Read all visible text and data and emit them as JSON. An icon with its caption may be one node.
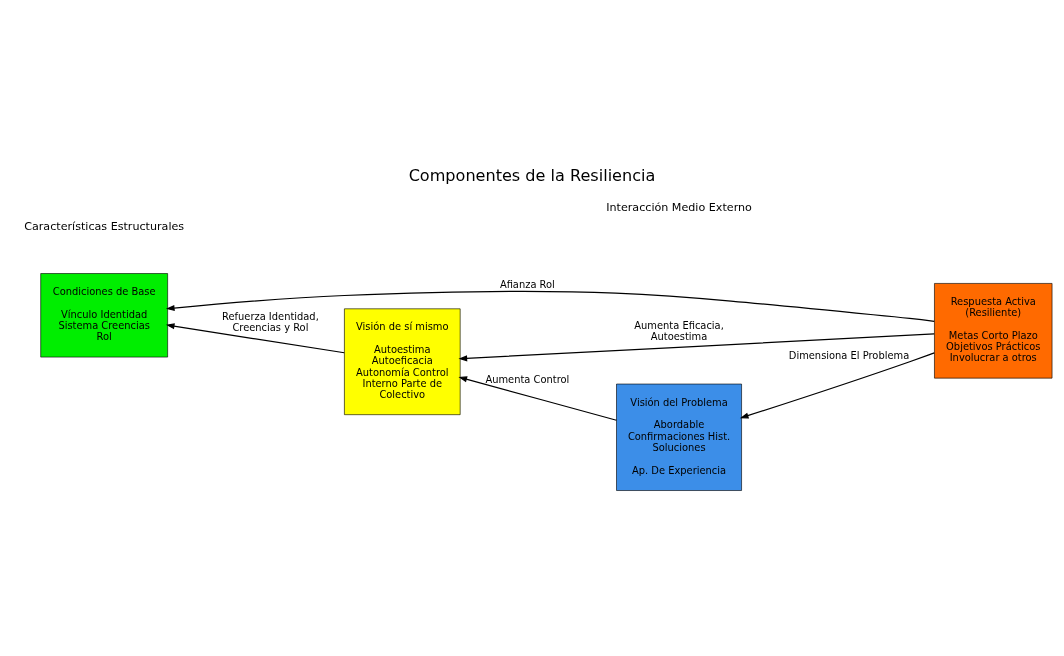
{
  "diagram": {
    "title": "Componentes de la Resiliencia",
    "nodes": [
      {
        "text": [
          "Condiciones de Base",
          "Vínculo Identidad Sistema Creencias Rol"
        ]
      },
      {
        "text": [
          "Visión de sí mismo",
          "Autoestima Autoeficacia Autonomía Control Interno Parte de Colectivo"
        ]
      },
      {
        "text": [
          "Visión del Problema",
          "Abordable Confirmaciones Hist. Soluciones",
          "Ap. De Experiencia"
        ]
      },
      {
        "text": [
          "Respuesta Activa (Resiliente)",
          "Metas Corto Plazo Objetivos Prácticos Involucrar a otros"
        ]
      }
    ],
    "edges": [
      {
        "from": 3,
        "to": 0,
        "arrow": "to",
        "label": "Afianza Rol"
      },
      {
        "from": 3,
        "to": 1,
        "arrow": "to",
        "label": "Aumenta Eficacia, Autoestima"
      },
      {
        "from": 1,
        "to": 0,
        "arrow": "to",
        "label": "Refuerza Identidad, Creencias y Rol"
      },
      {
        "from": 2,
        "to": 1,
        "arrow": "to",
        "label": "Aumenta Control"
      },
      {
        "from": 3,
        "to": 2,
        "arrow": "to",
        "label": "Dimensiona El Problema"
      }
    ],
    "labels": [
      "Características Estructurales",
      "Interacción Medio Externo"
    ]
  }
}
